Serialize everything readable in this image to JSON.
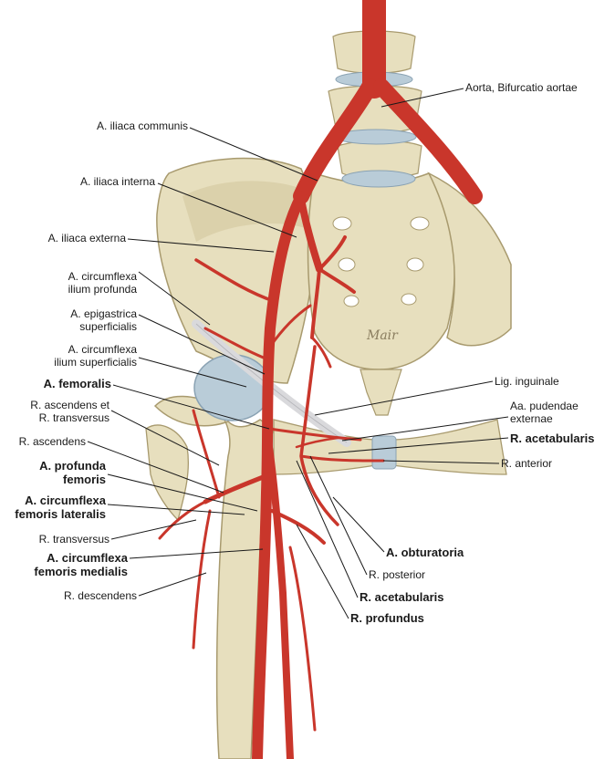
{
  "colors": {
    "bone": "#e7dfbe",
    "bone_shade": "#c9bd93",
    "bone_edge": "#a89a6e",
    "artery": "#c9362b",
    "artery_dark": "#9e2219",
    "cartilage": "#b9ccd8",
    "ligament": "#d9d9dc",
    "leader": "#1a1a1a"
  },
  "signature": "Mair",
  "labels": {
    "aorta": "Aorta, Bifurcatio aortae",
    "iliaca_communis": "A. iliaca communis",
    "iliaca_interna": "A. iliaca interna",
    "iliaca_externa": "A. iliaca externa",
    "circ_ilium_prof_1": "A. circumflexa",
    "circ_ilium_prof_2": "ilium profunda",
    "epig_sup_1": "A. epigastrica",
    "epig_sup_2": "superficialis",
    "circ_ilium_sup_1": "A. circumflexa",
    "circ_ilium_sup_2": "ilium superficialis",
    "femoralis": "A. femoralis",
    "r_asc_trans_1": "R. ascendens et",
    "r_asc_trans_2": "R. transversus",
    "r_ascendens": "R. ascendens",
    "profunda_1": "A. profunda",
    "profunda_2": "femoris",
    "circ_fem_lat_1": "A. circumflexa",
    "circ_fem_lat_2": "femoris lateralis",
    "r_transversus": "R. transversus",
    "circ_fem_med_1": "A. circumflexa",
    "circ_fem_med_2": "femoris medialis",
    "r_descendens": "R. descendens",
    "lig_inguinale": "Lig. inguinale",
    "pudendae_1": "Aa. pudendae",
    "pudendae_2": "externae",
    "r_acetabularis_right": "R. acetabularis",
    "r_anterior": "R. anterior",
    "obturatoria": "A. obturatoria",
    "r_posterior": "R. posterior",
    "r_acetabularis_bottom": "R. acetabularis",
    "r_profundus": "R. profundus"
  }
}
